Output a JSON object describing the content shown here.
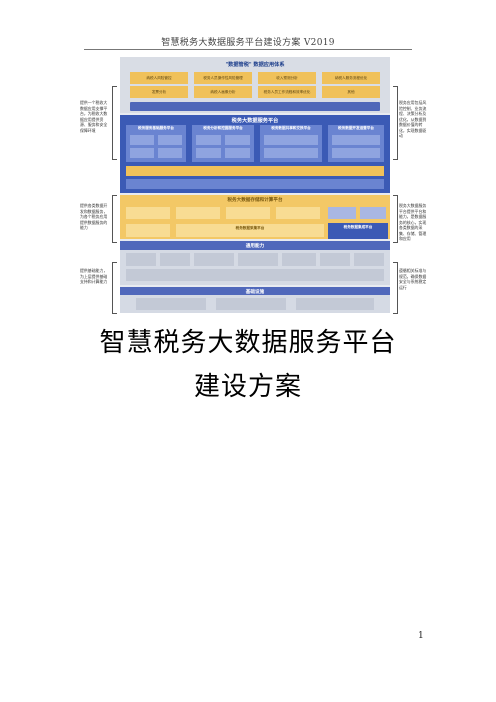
{
  "header": {
    "text": "智慧税务大数据服务平台建设方案 V2019"
  },
  "figure": {
    "top_title": "\"数据管税\" 数据应用体系",
    "row1": [
      "纳税人风险管控",
      "税务人员操作性风险管理",
      "收入预测分析",
      "纳税人服务流程优化"
    ],
    "row2": [
      "发票分析",
      "纳税人画像分析",
      "税务人员工作流程和效率优化",
      "其他"
    ],
    "service_title": "税务大数据服务平台",
    "service_cols": [
      "税务服务基础服务平台",
      "税务分析和挖掘服务平台",
      "税务数据共享和交换平台",
      "税务数据开发运营平台"
    ],
    "storage_title": "税务大数据存储和计算平台",
    "collect_title": "税务数据采集平台",
    "blue_col_title": "税务数据集成平台",
    "ability_title": "通用能力",
    "infra_title": "基础设施"
  },
  "notes": {
    "left_top": "提供一个税收大数据应用支撑平台，为税收大数据应用提供资源、服务和安全保障环境",
    "left_mid": "提供各类数据开发和数据服务，为各个税务应用提供数据服务的能力",
    "left_bottom": "提供基础能力，为上层提供基础支持和计算能力",
    "right_top": "税务应用包括风险控制、业务流程、决策分析及优化，从数据到数据价值的转化，实现数据驱动",
    "right_mid": "税务大数据服务平台提供平台和能力，是数据服务的核心，实现各类数据的采集、存储、管理和应用",
    "right_bottom": "遵循相关标准与规范，确保数据安全与系统稳定运行"
  },
  "document": {
    "title_line1": "智慧税务大数据服务平台",
    "title_line2": "建设方案"
  },
  "page_number": "1"
}
